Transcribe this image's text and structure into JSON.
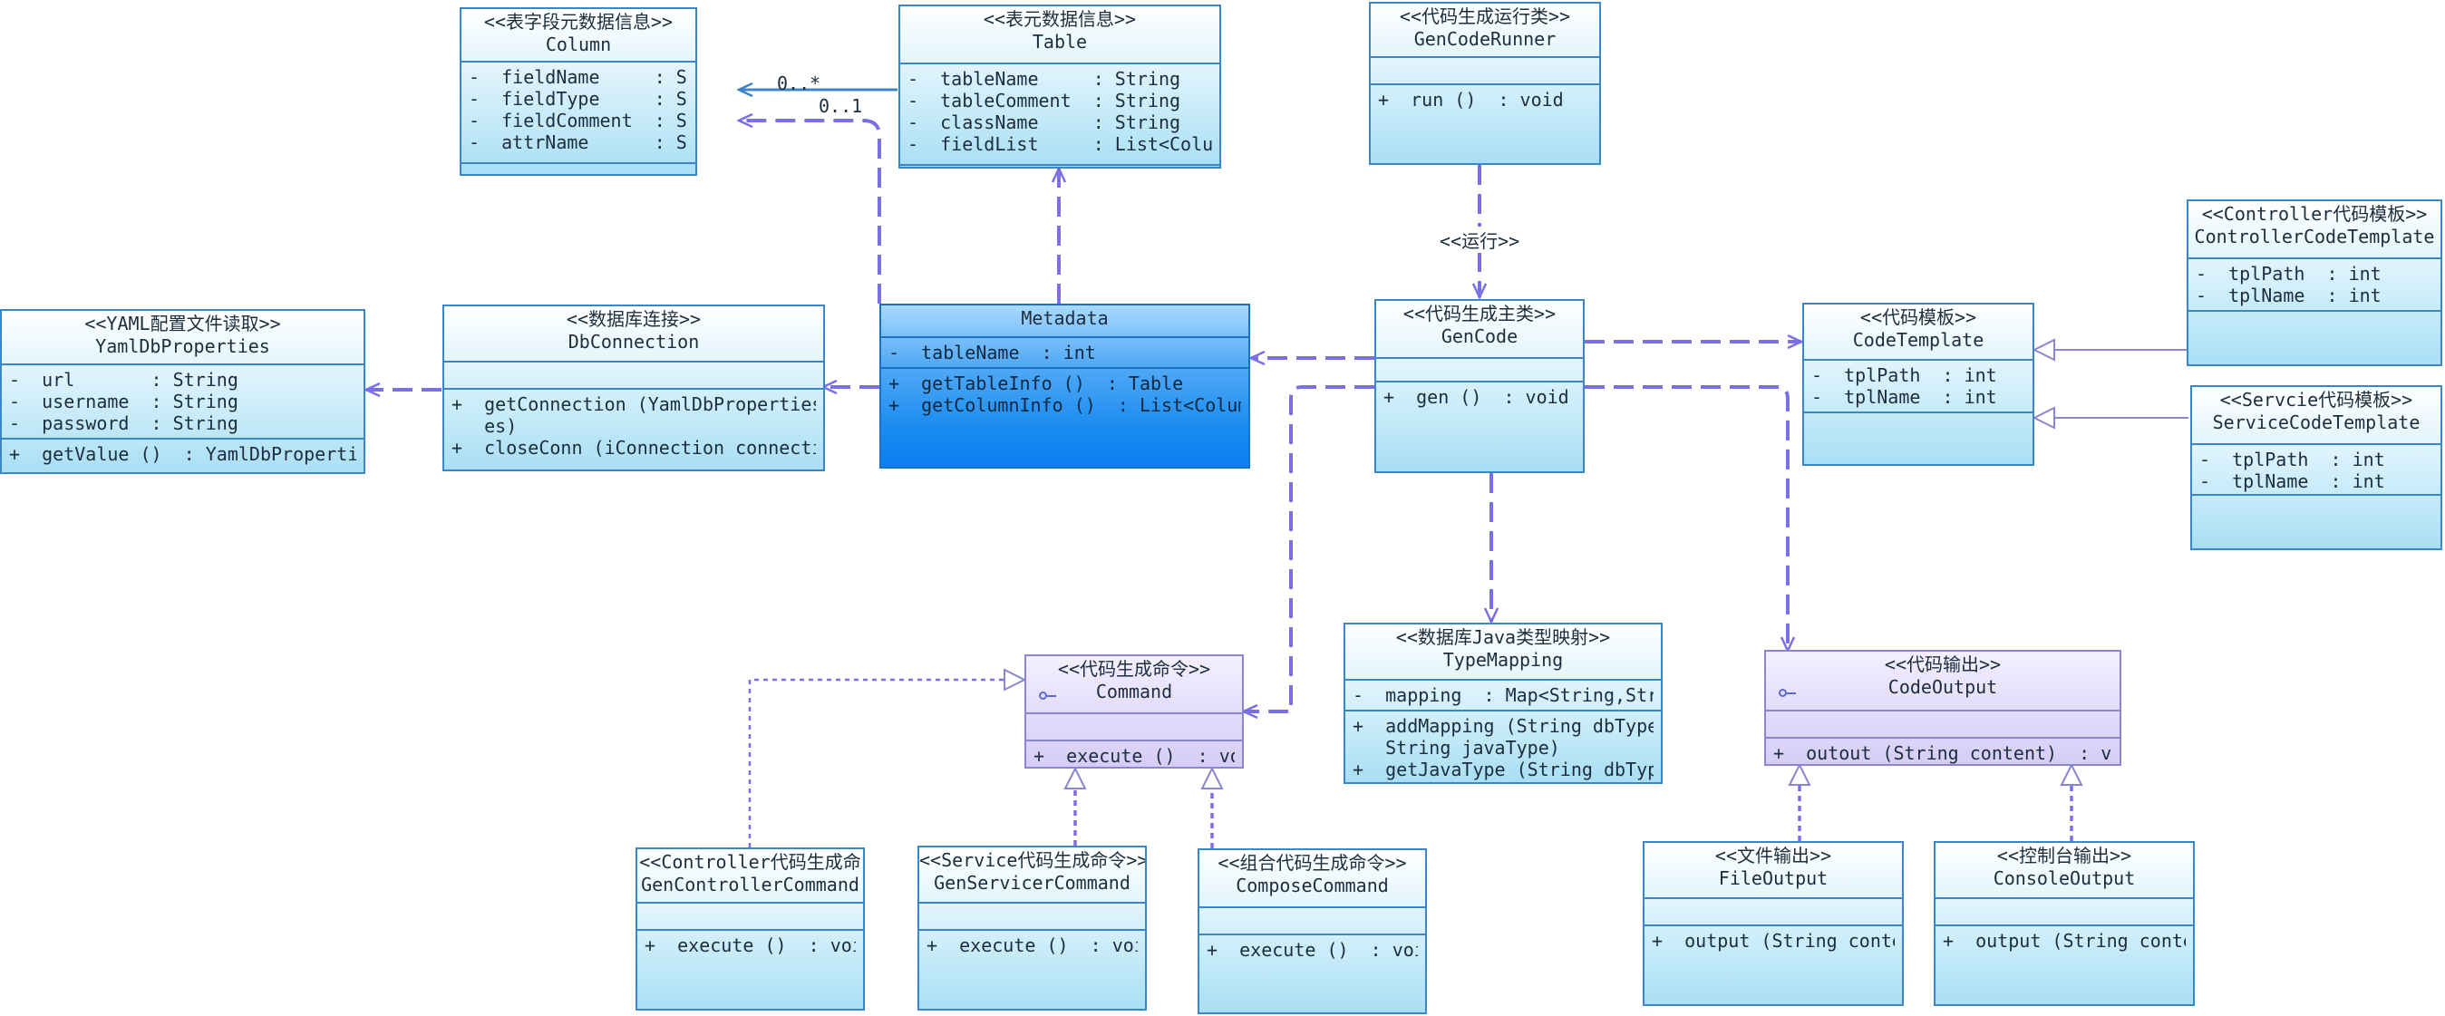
{
  "classes": {
    "column": {
      "stereotype": "<<表字段元数据信息>>",
      "name": "Column",
      "attributes": [
        "-  fieldName     : String",
        "-  fieldType     : String",
        "-  fieldComment  : String",
        "-  attrName      : String"
      ],
      "operations": []
    },
    "table": {
      "stereotype": "<<表元数据信息>>",
      "name": "Table",
      "attributes": [
        "-  tableName     : String",
        "-  tableComment  : String",
        "-  className     : String",
        "-  fieldList     : List<Column>"
      ],
      "operations": []
    },
    "gencoderunner": {
      "stereotype": "<<代码生成运行类>>",
      "name": "GenCodeRunner",
      "attributes": [],
      "operations": [
        "+  run ()  : void"
      ]
    },
    "yamldbproperties": {
      "stereotype": "<<YAML配置文件读取>>",
      "name": "YamlDbProperties",
      "attributes": [
        "-  url       : String",
        "-  username  : String",
        "-  password  : String"
      ],
      "operations": [
        "+  getValue ()  : YamlDbProperties"
      ]
    },
    "dbconnection": {
      "stereotype": "<<数据库连接>>",
      "name": "DbConnection",
      "attributes": [],
      "operations": [
        "+  getConnection (YamlDbProperties pr",
        "   es)",
        "+  closeConn (iConnection connection)"
      ]
    },
    "metadata": {
      "stereotype": "",
      "name": "Metadata",
      "attributes": [
        "-  tableName  : int"
      ],
      "operations": [
        "+  getTableInfo ()  : Table",
        "+  getColumnInfo ()  : List<Column>"
      ]
    },
    "gencode": {
      "stereotype": "<<代码生成主类>>",
      "name": "GenCode",
      "attributes": [],
      "operations": [
        "+  gen ()  : void"
      ]
    },
    "codetemplate": {
      "stereotype": "<<代码模板>>",
      "name": "CodeTemplate",
      "attributes": [
        "-  tplPath  : int",
        "-  tplName  : int"
      ],
      "operations": []
    },
    "controllercodetemplate": {
      "stereotype": "<<Controller代码模板>>",
      "name": "ControllerCodeTemplate",
      "attributes": [
        "-  tplPath  : int",
        "-  tplName  : int"
      ],
      "operations": []
    },
    "servicecodetemplate": {
      "stereotype": "<<Servcie代码模板>>",
      "name": "ServiceCodeTemplate",
      "attributes": [
        "-  tplPath  : int",
        "-  tplName  : int"
      ],
      "operations": []
    },
    "typemapping": {
      "stereotype": "<<数据库Java类型映射>>",
      "name": "TypeMapping",
      "attributes": [
        "-  mapping  : Map<String,String"
      ],
      "operations": [
        "+  addMapping (String dbType,",
        "   String javaType)",
        "+  getJavaType (String dbType)"
      ]
    },
    "command": {
      "stereotype": "<<代码生成命令>>",
      "name": "Command",
      "attributes": [],
      "operations": [
        "+  execute ()  : void"
      ]
    },
    "codeoutput": {
      "stereotype": "<<代码输出>>",
      "name": "CodeOutput",
      "attributes": [],
      "operations": [
        "+  outout (String content)  : void"
      ]
    },
    "gencontrollercommand": {
      "stereotype": "<<Controller代码生成命",
      "name": "GenControllerCommand",
      "attributes": [],
      "operations": [
        "+  execute ()  : void"
      ]
    },
    "genservicercommand": {
      "stereotype": "<<Service代码生成命令>>",
      "name": "GenServicerCommand",
      "attributes": [],
      "operations": [
        "+  execute ()  : void"
      ]
    },
    "composecommand": {
      "stereotype": "<<组合代码生成命令>>",
      "name": "ComposeCommand",
      "attributes": [],
      "operations": [
        "+  execute ()  : void"
      ]
    },
    "fileoutput": {
      "stereotype": "<<文件输出>>",
      "name": "FileOutput",
      "attributes": [],
      "operations": [
        "+  output (String content"
      ]
    },
    "consoleoutput": {
      "stereotype": "<<控制台输出>>",
      "name": "ConsoleOutput",
      "attributes": [],
      "operations": [
        "+  output (String content"
      ]
    }
  },
  "multiplicities": {
    "table_column_many": "0..*",
    "metadata_column_one": "0..1"
  },
  "edge_labels": {
    "runner_gencode": "<<运行>>"
  },
  "colors": {
    "class_border": "#3a86c8",
    "highlight_fill": "#0b7ef2",
    "dependency_line": "#7b6fe6",
    "association_line": "#3a86c8"
  }
}
